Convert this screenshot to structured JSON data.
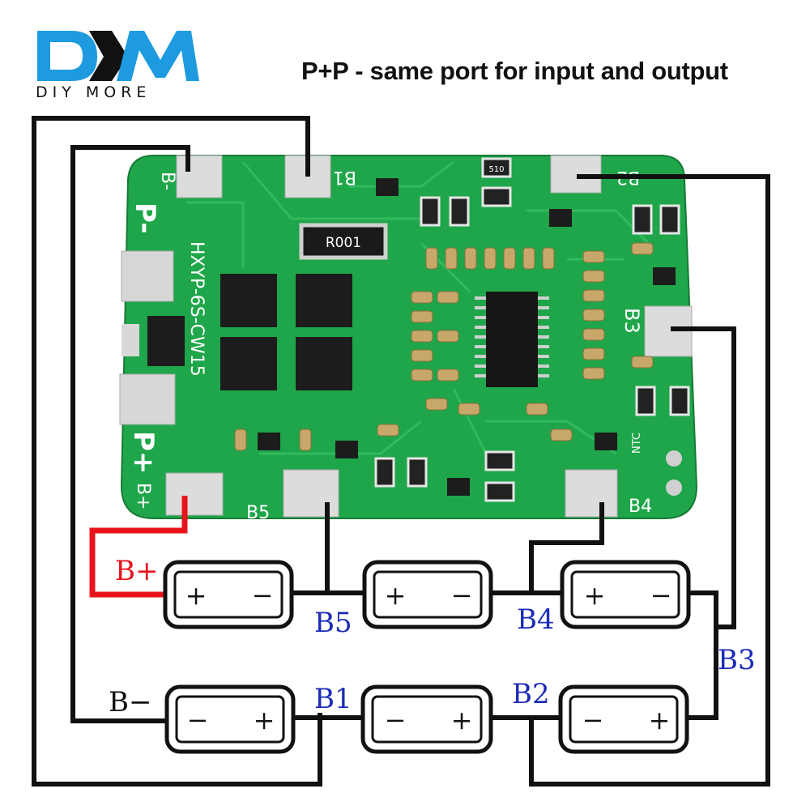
{
  "header": {
    "title": "P+P - same port for input and output",
    "brand_logo_letters": "DM",
    "brand_slogan": "DIY MORE"
  },
  "board": {
    "model": "HXYP-6S-CW15",
    "resistor_marking": "R001",
    "chip_resistor_marking": "510",
    "ntc_label": "NTC",
    "pads": {
      "b_minus": "B-",
      "p_minus": "P-",
      "p_plus": "P+",
      "b_plus": "B+",
      "b1": "B1",
      "b2": "B2",
      "b3": "B3",
      "b4": "B4",
      "b5": "B5"
    }
  },
  "wiring": {
    "labels": {
      "b_plus": "B+",
      "b_minus": "B−",
      "b1": "B1",
      "b2": "B2",
      "b3": "B3",
      "b4": "B4",
      "b5": "B5"
    },
    "cell_plus": "+",
    "cell_minus": "−"
  },
  "colors": {
    "board_green": "#1fa64a",
    "wire": "#111111",
    "b_plus_wire": "#e8141b",
    "label_blue": "#1c2bb8",
    "logo_blue": "#1e9be0"
  }
}
